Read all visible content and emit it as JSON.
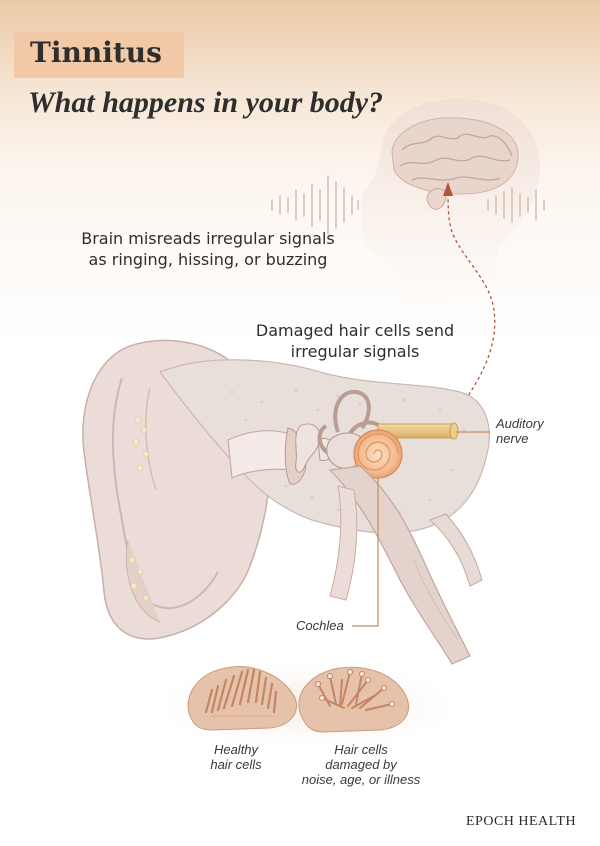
{
  "header": {
    "title": "Tinnitus",
    "subtitle": "What happens in your body?"
  },
  "labels": {
    "brain": [
      "Brain misreads irregular signals",
      "as ringing, hissing, or buzzing"
    ],
    "hair_cells_signal": [
      "Damaged hair cells send",
      "irregular signals"
    ],
    "auditory_nerve": [
      "Auditory",
      "nerve"
    ],
    "cochlea": "Cochlea",
    "healthy": [
      "Healthy",
      "hair cells"
    ],
    "damaged": [
      "Hair cells",
      "damaged by",
      "noise, age, or illness"
    ]
  },
  "footer": {
    "brand": "EPOCH HEALTH"
  },
  "colors": {
    "accent": "#f2c9a6",
    "skin": "#ecdcd7",
    "bone": "#e9dfda",
    "cochlea": "#f2b98a",
    "leader_line": "#c98a5e",
    "signal_arrow": "#b0553a"
  }
}
